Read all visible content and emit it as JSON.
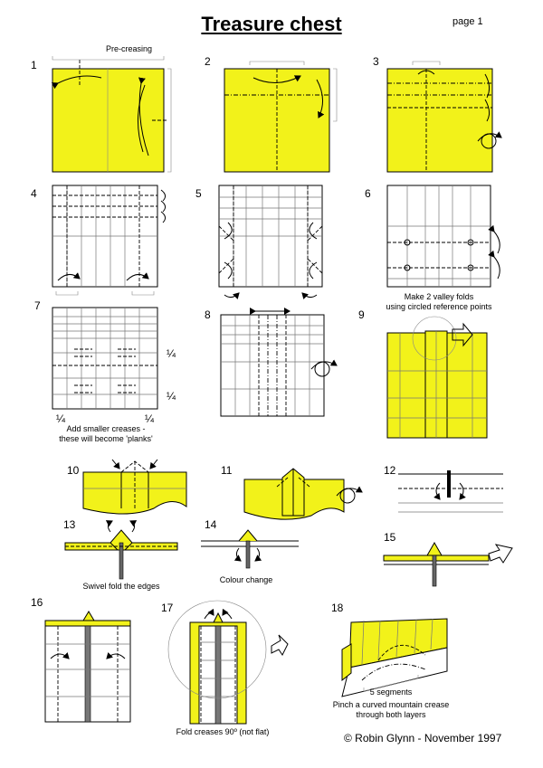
{
  "title": "Treasure chest",
  "page_label": "page 1",
  "copyright": "© Robin Glynn - November 1997",
  "colors": {
    "paper_yellow": "#f2f21a",
    "paper_white": "#ffffff",
    "line": "#000000"
  },
  "steps": [
    {
      "number": "1",
      "note": "Pre-creasing"
    },
    {
      "number": "2"
    },
    {
      "number": "3"
    },
    {
      "number": "4"
    },
    {
      "number": "5"
    },
    {
      "number": "6",
      "note_lines": [
        "Make 2 valley folds",
        "using circled reference points"
      ]
    },
    {
      "number": "7",
      "note_lines": [
        "Add smaller creases -",
        "these will become 'planks'"
      ],
      "fraction": "¼"
    },
    {
      "number": "8"
    },
    {
      "number": "9"
    },
    {
      "number": "10"
    },
    {
      "number": "11"
    },
    {
      "number": "12"
    },
    {
      "number": "13",
      "note": "Swivel fold the edges"
    },
    {
      "number": "14",
      "note": "Colour change"
    },
    {
      "number": "15"
    },
    {
      "number": "16"
    },
    {
      "number": "17",
      "note": "Fold creases 90º (not flat)"
    },
    {
      "number": "18",
      "note_lines": [
        "Pinch a curved mountain crease",
        "through both layers"
      ],
      "segments": "5 segments"
    }
  ]
}
